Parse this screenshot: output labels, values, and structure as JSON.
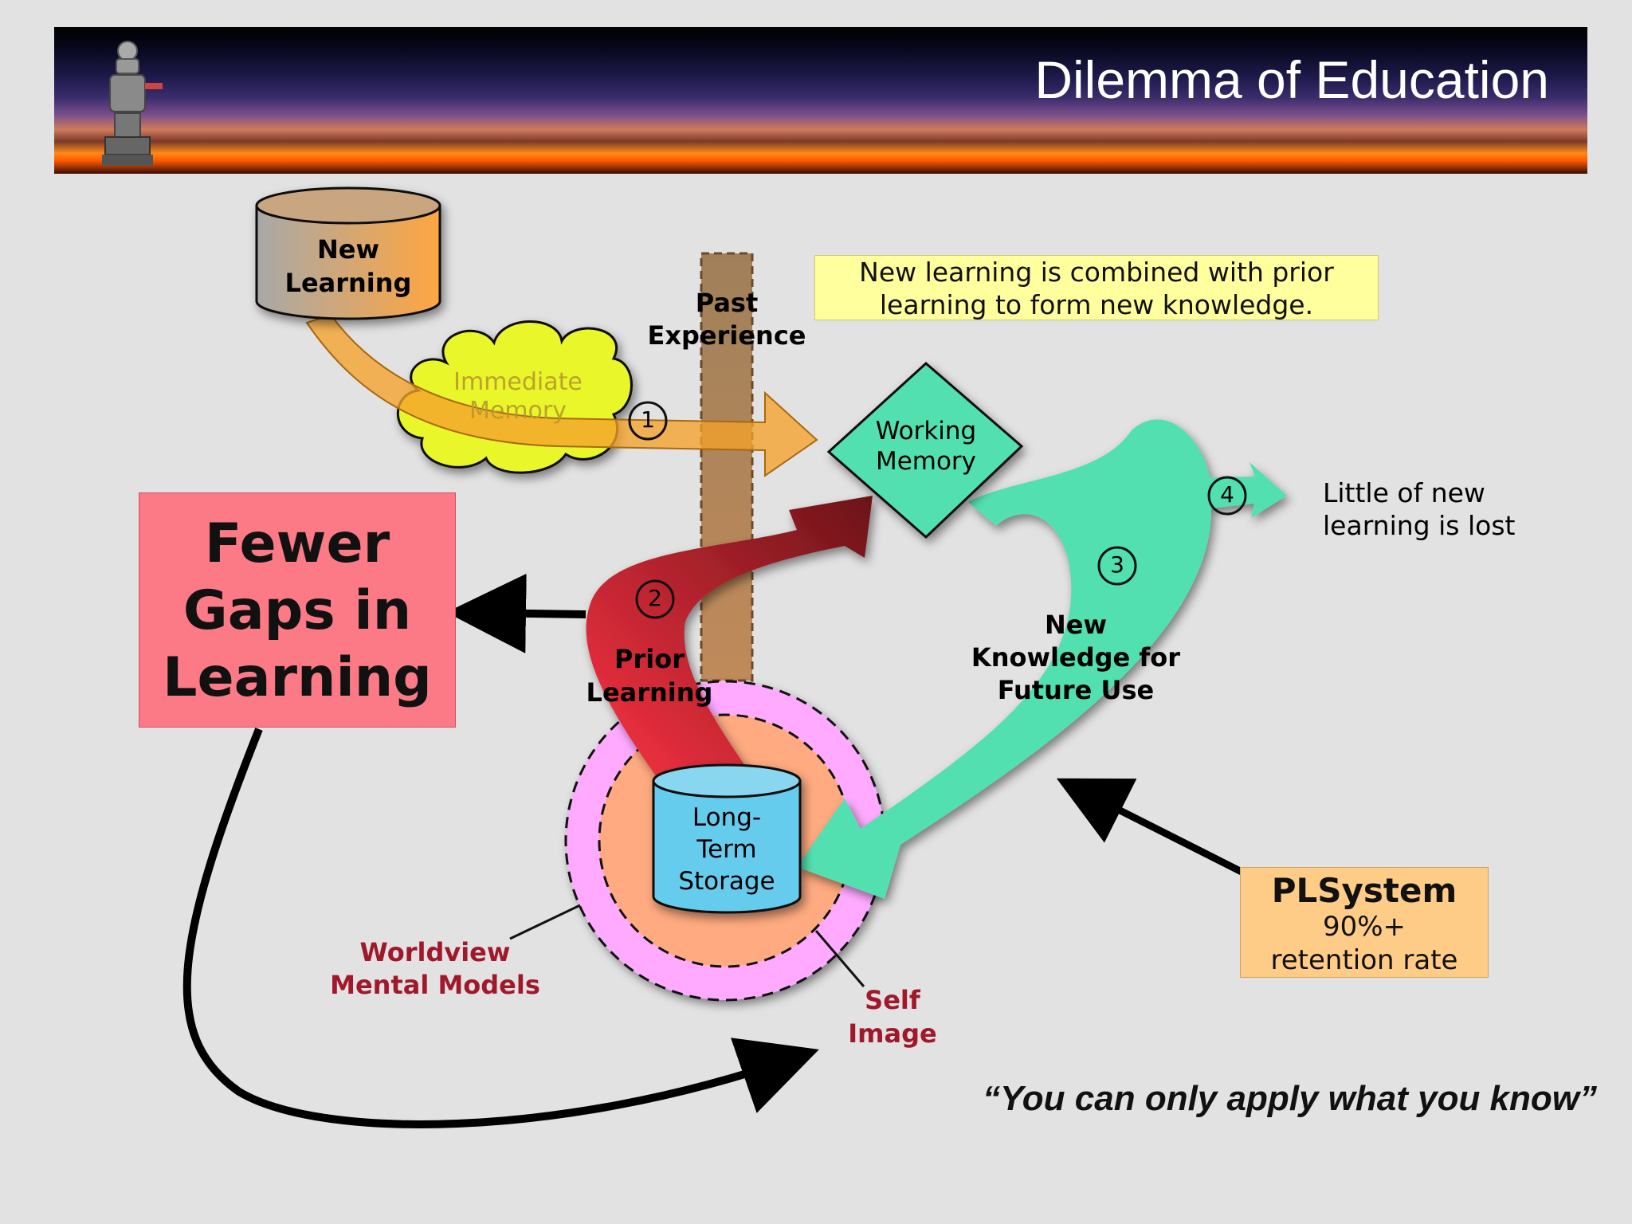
{
  "header": {
    "title": "Dilemma of Education"
  },
  "diagram": {
    "new_learning": "New\nLearning",
    "immediate_memory": "Immediate\nMemory",
    "past_experience": "Past\nExperience",
    "working_memory": "Working\nMemory",
    "note": "New learning is combined with prior\nlearning to form new knowledge.",
    "little_lost": "Little of new\nlearning is lost",
    "fewer_gaps": "Fewer\nGaps in\nLearning",
    "prior_learning": "Prior\nLearning",
    "new_knowledge": "New\nKnowledge for\nFuture Use",
    "long_term_storage": "Long-\nTerm\nStorage",
    "worldview": "Worldview\nMental Models",
    "self_image": "Self\nImage",
    "steps": [
      "1",
      "2",
      "3",
      "4"
    ],
    "plsystem": {
      "title": "PLSystem",
      "line1": "90%+",
      "line2": "retention rate"
    },
    "quote": "“You can only apply what you know”"
  },
  "colors": {
    "new_learning_arrow": "#f3a12a",
    "immediate_memory_cloud": "#e9f62a",
    "working_memory": "#52e0b0",
    "prior_learning_arrow": "#e2303c",
    "fewer_gaps_box": "#fb7a86",
    "long_term_storage": "#66ccee",
    "self_image_ring": "#ffaaff",
    "worldview_ring": "#ffaa80",
    "note_box": "#ffff9e",
    "plsystem_box": "#ffcc88"
  }
}
